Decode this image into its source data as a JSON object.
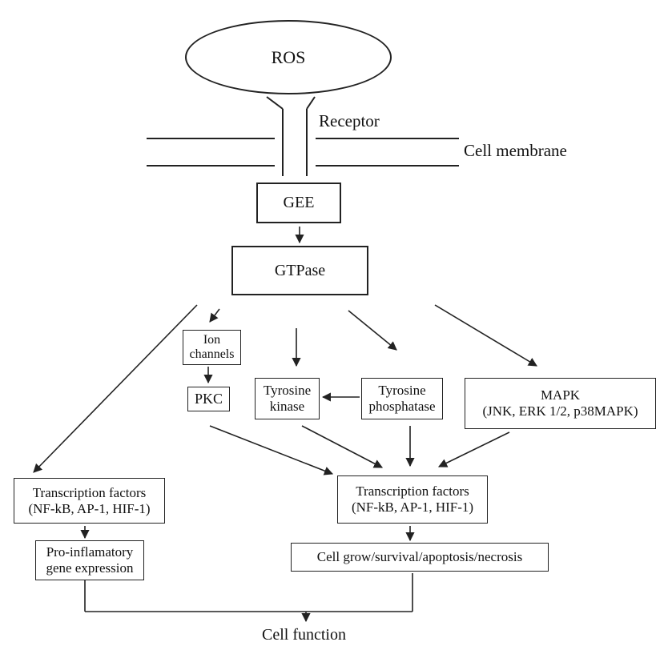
{
  "nodes": {
    "ros": "ROS",
    "receptor": "Receptor",
    "membrane": "Cell membrane",
    "gee": "GEE",
    "gtpase": "GTPase",
    "ion_channels": [
      "Ion",
      "channels"
    ],
    "pkc": "PKC",
    "tyrosine_kinase": [
      "Tyrosine",
      "kinase"
    ],
    "tyrosine_phosphatase": [
      "Tyrosine",
      "phosphatase"
    ],
    "mapk": [
      "MAPK",
      "(JNK, ERK 1/2, p38MAPK)"
    ],
    "tf_left": [
      "Transcription factors",
      "(NF-kB, AP-1, HIF-1)"
    ],
    "tf_center": [
      "Transcription factors",
      "(NF-kB, AP-1, HIF-1)"
    ],
    "pro_inflammatory": [
      "Pro-inflamatory",
      "gene expression"
    ],
    "cell_fate": "Cell grow/survival/apoptosis/necrosis",
    "cell_function": "Cell function"
  },
  "colors": {
    "line": "#222222",
    "background": "#ffffff"
  }
}
